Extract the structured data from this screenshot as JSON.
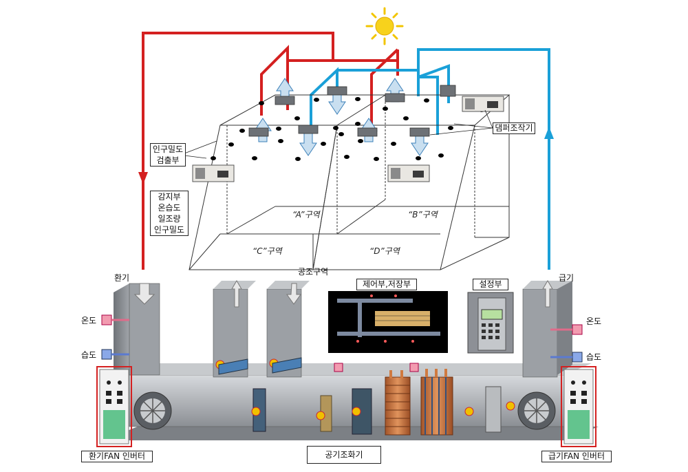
{
  "sensing_box": {
    "lines": [
      "감지부",
      "온습도",
      "일조량",
      "인구밀도"
    ]
  },
  "density_box": {
    "lines": [
      "인구밀도",
      "검출부"
    ]
  },
  "damper_label": "댐퍼조작기",
  "zones": {
    "a": "“A”구역",
    "b": "“B”구역",
    "c": "“C”구역",
    "d": "“D”구역"
  },
  "air_zone_label": "공조구역",
  "exhaust_label": "환기",
  "supply_label": "급기",
  "control_box_label": "제어부,저장부",
  "setting_box_label": "설정부",
  "temp_left": "온도",
  "humid_left": "습도",
  "temp_right": "온도",
  "humid_right": "습도",
  "exhaust_inverter_label": "환기FAN 인버터",
  "supply_inverter_label": "급기FAN 인버터",
  "ahu_label": "공기조화기",
  "colors": {
    "return_duct": "#d42020",
    "supply_duct": "#1aa0d8",
    "housing": "#8e9297",
    "sun": "#f7d21c"
  }
}
